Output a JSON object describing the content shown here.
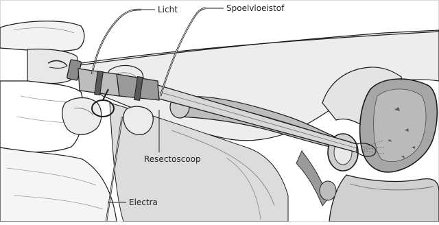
{
  "labels": {
    "licht": "Licht",
    "spoelvloeistof": "Spoelvloeistof",
    "resectoscoop": "Resectoscoop",
    "electra": "Electra"
  },
  "colors": {
    "ink": "#1c1c1c",
    "shade_light": "#c9c9c9",
    "shade_mid": "#9a9a9a",
    "shade_dark": "#5a5a5a",
    "paper": "#ffffff"
  }
}
